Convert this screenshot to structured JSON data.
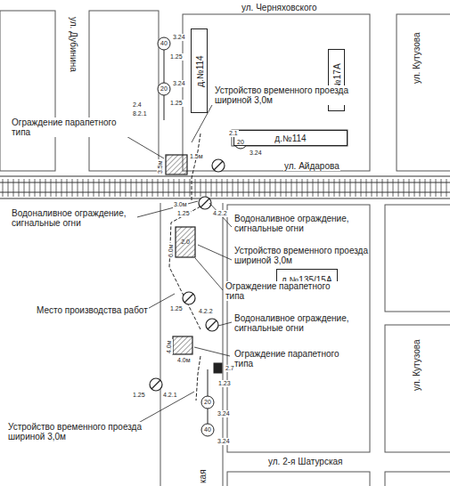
{
  "diagram": {
    "nodes": [
      {
        "text": [
          "д.№114"
        ]
      },
      {
        "text": [
          "д.№17А"
        ]
      },
      {
        "text": [
          "д.№114"
        ]
      },
      {
        "text": [
          "д.№135/15А"
        ]
      }
    ],
    "labels": [
      "ул. Черняховского",
      "ул. Дубинина",
      "ул. Кутузова",
      "ул. Айдарова",
      "ул. Кутузова",
      "ул. 2-я Шатурская",
      "кая",
      "Устройство временного проезда шириной 3,0м",
      "Ограждение парапетного типа",
      "Водоналивное ограждение, сигнальные огни",
      "Водоналивное ограждение, сигнальные огни",
      "Устройство временного проезда шириной 3,0м",
      "Ограждение парапетного типа",
      "Место производства работ",
      "Водоналивное ограждение, сигнальные огни",
      "Ограждение парапетного типа",
      "Устройство временного проезда шириной 3,0м",
      "40",
      "3.24",
      "1.25",
      "20",
      "3.24",
      "1.25",
      "2.4",
      "8.2.1",
      "2.1",
      "20",
      "3.24",
      "3.5м",
      "1.5м",
      "3.0м",
      "4.2.2",
      "1.25",
      "6.0м",
      "2.0",
      "1.25",
      "4.2.2",
      "4.0м",
      "4.0м",
      "1.25",
      "4.2.1",
      "2.7",
      "1.23",
      "20",
      "3.24",
      "40",
      "3.24"
    ]
  }
}
